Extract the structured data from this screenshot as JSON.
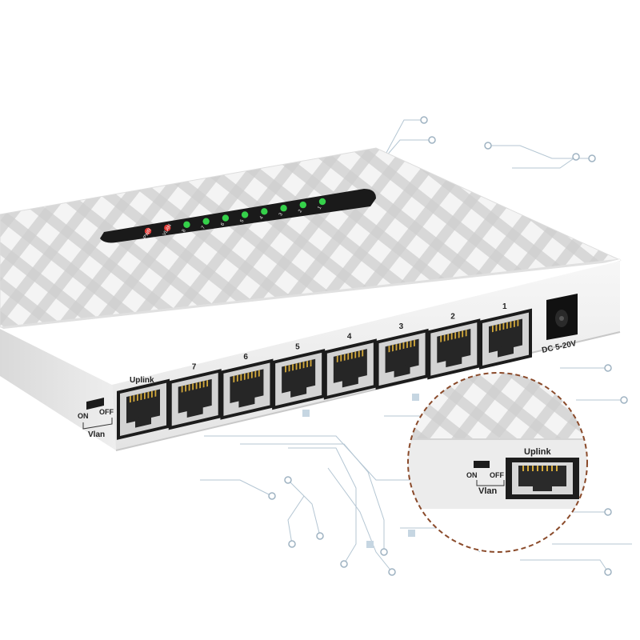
{
  "device": {
    "led_labels": [
      "PWR",
      "VLAN",
      "8",
      "7",
      "6",
      "5",
      "4",
      "3",
      "2",
      "1"
    ],
    "led_colors": {
      "power": "#e53935",
      "vlan": "#e53935",
      "link": "#35d14a"
    },
    "port_labels": [
      "Uplink",
      "7",
      "6",
      "5",
      "4",
      "3",
      "2",
      "1"
    ],
    "power_label": "DC 5-20V",
    "switch": {
      "on": "ON",
      "off": "OFF",
      "name": "Vlan"
    }
  },
  "inset": {
    "port_label": "Uplink",
    "switch": {
      "on": "ON",
      "off": "OFF",
      "name": "Vlan"
    }
  },
  "colors": {
    "body": "#f2f2f2",
    "plaid": "#c9c9c9",
    "circuit": "#a9bccb",
    "led_panel": "#1a1a1a"
  }
}
